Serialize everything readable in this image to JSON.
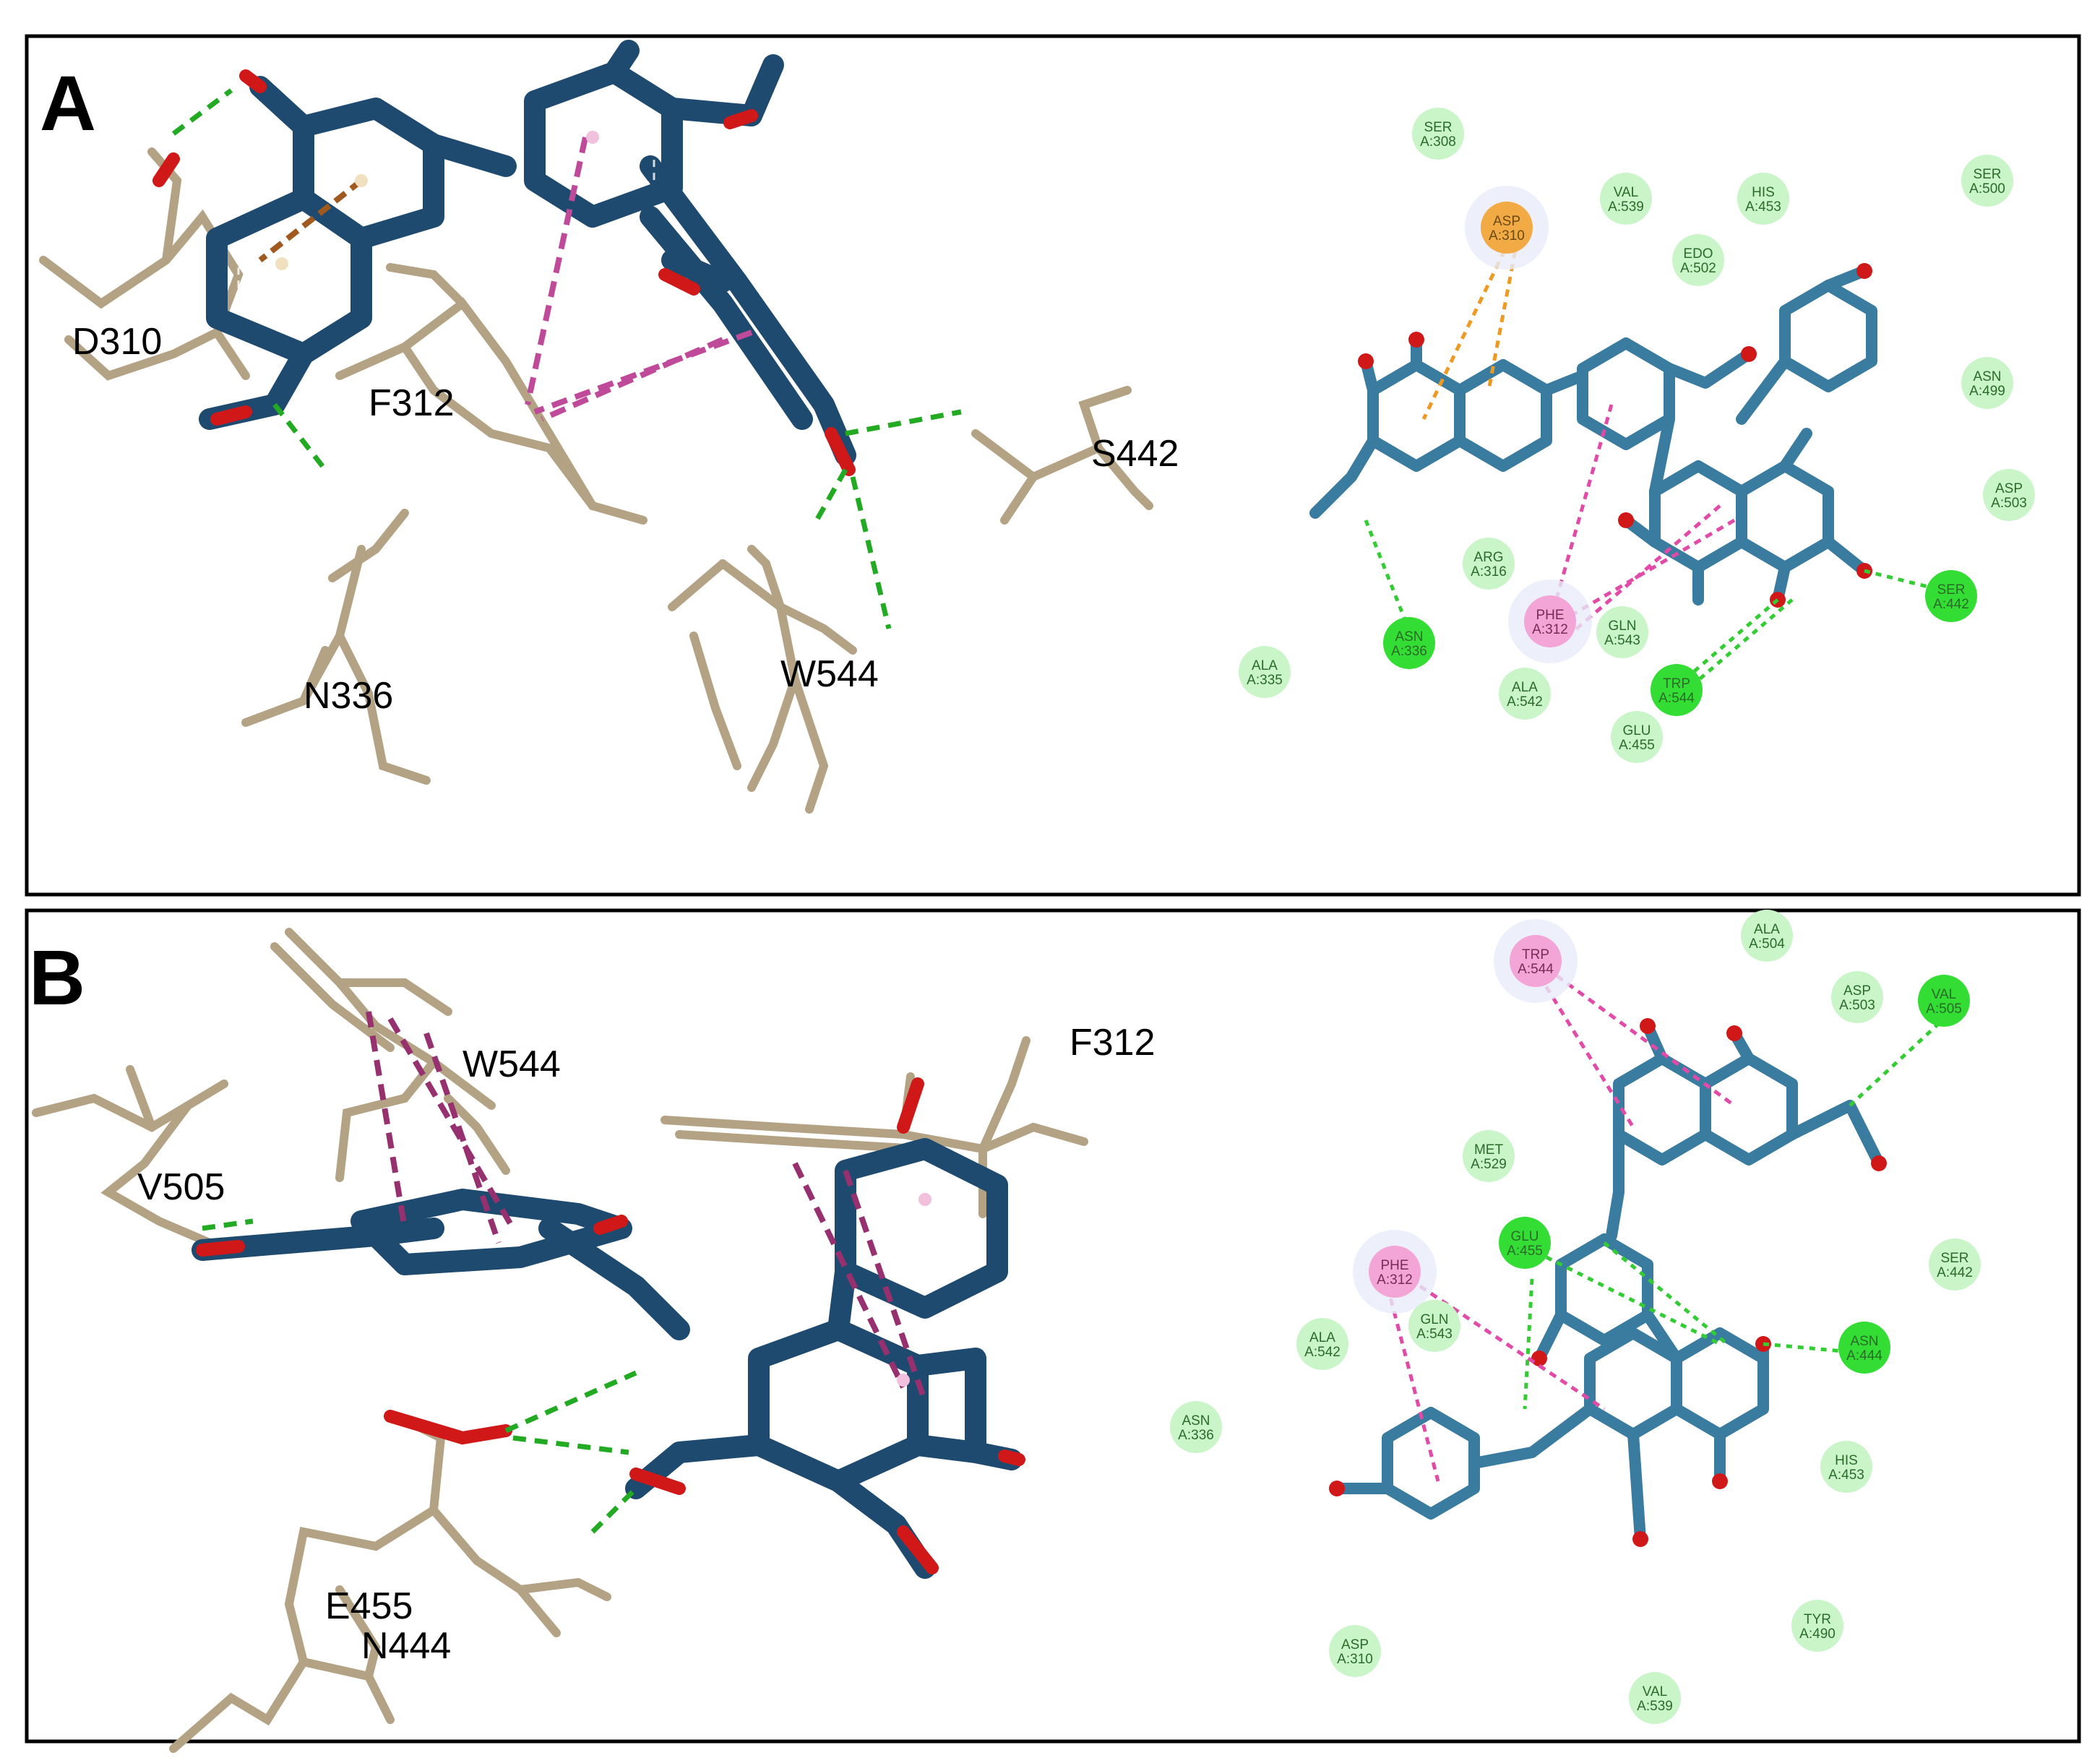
{
  "panels": [
    {
      "id": "A",
      "label": "A",
      "residues_3d": [
        "D310",
        "F312",
        "S442",
        "N336",
        "W544"
      ],
      "interactions_2d": [
        {
          "name": "SER",
          "pos": "A:308",
          "type": "vdw"
        },
        {
          "name": "ASP",
          "pos": "A:310",
          "type": "pi-anion"
        },
        {
          "name": "VAL",
          "pos": "A:539",
          "type": "vdw"
        },
        {
          "name": "HIS",
          "pos": "A:453",
          "type": "vdw"
        },
        {
          "name": "SER",
          "pos": "A:500",
          "type": "vdw"
        },
        {
          "name": "EDO",
          "pos": "A:502",
          "type": "vdw"
        },
        {
          "name": "ASN",
          "pos": "A:499",
          "type": "vdw"
        },
        {
          "name": "ASP",
          "pos": "A:503",
          "type": "vdw"
        },
        {
          "name": "ARG",
          "pos": "A:316",
          "type": "vdw"
        },
        {
          "name": "PHE",
          "pos": "A:312",
          "type": "pi-pi"
        },
        {
          "name": "GLN",
          "pos": "A:543",
          "type": "vdw"
        },
        {
          "name": "SER",
          "pos": "A:442",
          "type": "hbond"
        },
        {
          "name": "ASN",
          "pos": "A:336",
          "type": "hbond"
        },
        {
          "name": "TRP",
          "pos": "A:544",
          "type": "hbond"
        },
        {
          "name": "ALA",
          "pos": "A:335",
          "type": "vdw"
        },
        {
          "name": "ALA",
          "pos": "A:542",
          "type": "vdw"
        },
        {
          "name": "GLU",
          "pos": "A:455",
          "type": "vdw"
        }
      ]
    },
    {
      "id": "B",
      "label": "B",
      "residues_3d": [
        "W544",
        "F312",
        "V505",
        "E455",
        "N444"
      ],
      "interactions_2d": [
        {
          "name": "TRP",
          "pos": "A:544",
          "type": "pi-pi"
        },
        {
          "name": "ALA",
          "pos": "A:504",
          "type": "vdw"
        },
        {
          "name": "ASP",
          "pos": "A:503",
          "type": "vdw"
        },
        {
          "name": "VAL",
          "pos": "A:505",
          "type": "hbond"
        },
        {
          "name": "MET",
          "pos": "A:529",
          "type": "vdw"
        },
        {
          "name": "GLU",
          "pos": "A:455",
          "type": "hbond"
        },
        {
          "name": "PHE",
          "pos": "A:312",
          "type": "pi-pi"
        },
        {
          "name": "GLN",
          "pos": "A:543",
          "type": "vdw"
        },
        {
          "name": "ALA",
          "pos": "A:542",
          "type": "vdw"
        },
        {
          "name": "SER",
          "pos": "A:442",
          "type": "vdw"
        },
        {
          "name": "ASN",
          "pos": "A:444",
          "type": "hbond"
        },
        {
          "name": "ASN",
          "pos": "A:336",
          "type": "vdw"
        },
        {
          "name": "HIS",
          "pos": "A:453",
          "type": "vdw"
        },
        {
          "name": "TYR",
          "pos": "A:490",
          "type": "vdw"
        },
        {
          "name": "ASP",
          "pos": "A:310",
          "type": "vdw"
        },
        {
          "name": "VAL",
          "pos": "A:539",
          "type": "vdw"
        }
      ]
    }
  ],
  "colors": {
    "ligand_3d": "#1d4a6e",
    "ligand_2d": "#3a7ca0",
    "residue_stick": "#b3a283",
    "oxygen": "#d01818",
    "nitrogen": "#4040a0",
    "hydrogen": "#c0c0c0",
    "hbond": "#22aa22",
    "pi_pi": "#d04aa0",
    "pi_anion": "#e8962a",
    "vdw_fill": "#c9f5c9",
    "hbond_fill": "#33dd33",
    "pink_fill": "#f2a5d6",
    "orange_fill": "#f2aa44"
  }
}
